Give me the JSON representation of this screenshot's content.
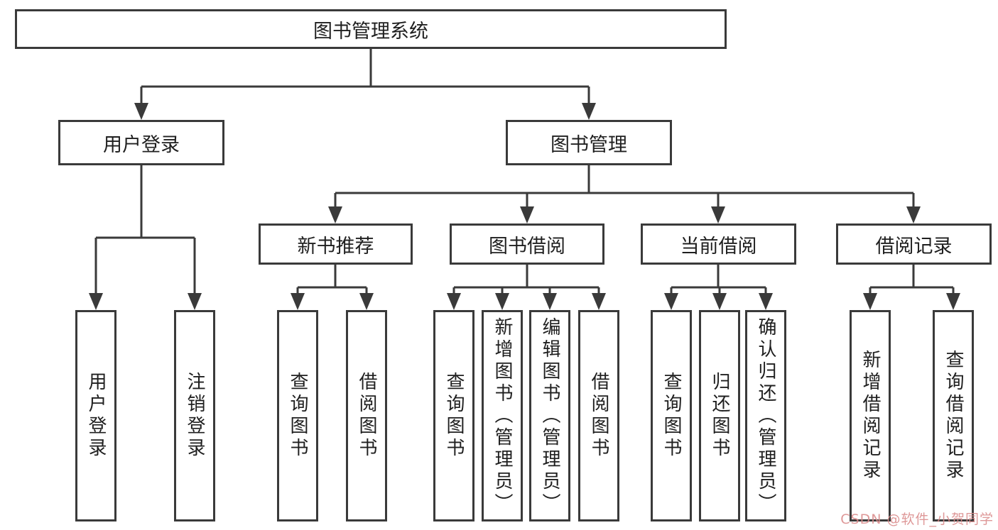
{
  "tree": {
    "root": {
      "label": "图书管理系统"
    },
    "branches": [
      {
        "label": "用户登录",
        "leaves": [
          "用户登录",
          "注销登录"
        ]
      },
      {
        "label": "图书管理",
        "groups": [
          {
            "label": "新书推荐",
            "leaves": [
              "查询图书",
              "借阅图书"
            ]
          },
          {
            "label": "图书借阅",
            "leaves": [
              "查询图书",
              "新增图书（管理员）",
              "编辑图书（管理员）",
              "借阅图书"
            ]
          },
          {
            "label": "当前借阅",
            "leaves": [
              "查询图书",
              "归还图书",
              "确认归还（管理员）"
            ]
          },
          {
            "label": "借阅记录",
            "leaves": [
              "新增借阅记录",
              "查询借阅记录"
            ]
          }
        ]
      }
    ]
  },
  "watermark": {
    "text": "CSDN @软件_小贺同学"
  },
  "colors": {
    "line": "#3a3a3a",
    "text": "#1f1f1f",
    "box_background": "#ffffff",
    "watermark": "#d98a8a",
    "background": "#ffffff"
  }
}
